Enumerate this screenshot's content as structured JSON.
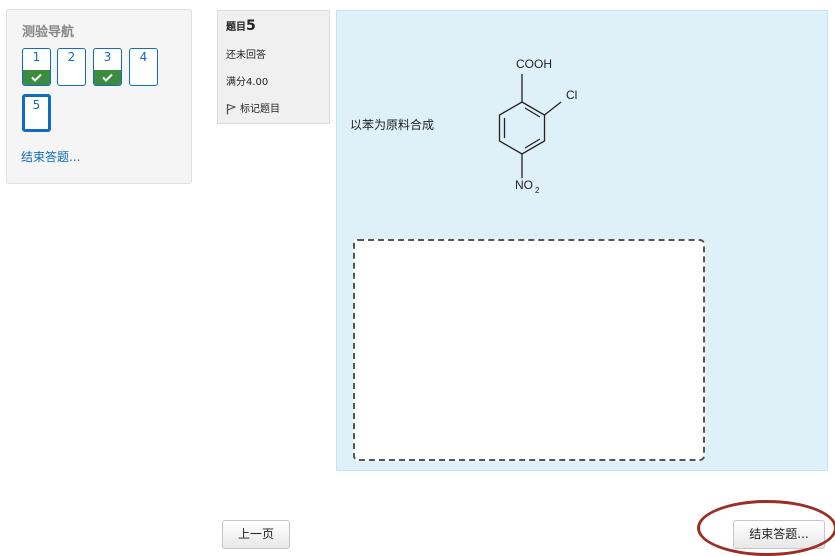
{
  "nav": {
    "title": "测验导航",
    "questions": [
      {
        "number": "1",
        "status": "answered"
      },
      {
        "number": "2",
        "status": "unanswered"
      },
      {
        "number": "3",
        "status": "answered"
      },
      {
        "number": "4",
        "status": "unanswered"
      },
      {
        "number": "5",
        "status": "current"
      }
    ],
    "finish_link": "结束答题..."
  },
  "info": {
    "question_prefix": "题目",
    "question_number": "5",
    "state": "还未回答",
    "grade": "满分4.00",
    "flag_label": "标记题目"
  },
  "content": {
    "prompt": "以苯为原料合成",
    "molecule": {
      "top_group": "COOH",
      "side_group": "Cl",
      "bottom_group_main": "NO",
      "bottom_group_sub": "2"
    }
  },
  "buttons": {
    "prev": "上一页",
    "finish": "结束答题..."
  },
  "colors": {
    "accent": "#0f6cbf",
    "answered": "#3d8b3d",
    "content_bg": "#def0f8",
    "highlight": "#9b2f26"
  }
}
